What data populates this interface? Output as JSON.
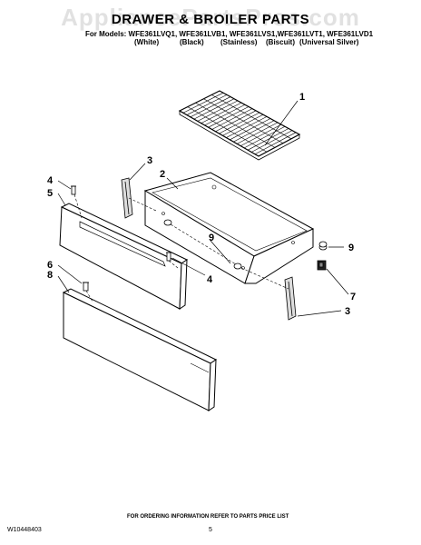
{
  "watermark": "AppliancePartsPros.com",
  "header": {
    "title": "DRAWER & BROILER PARTS",
    "models": "For Models: WFE361LVQ1, WFE361LVB1, WFE361LVS1,WFE361LVT1, WFE361LVD1",
    "colors": [
      "(White)",
      "(Black)",
      "(Stainless)",
      "(Biscuit)",
      "(Universal Silver)"
    ]
  },
  "callouts": {
    "c1": "1",
    "c2": "2",
    "c3a": "3",
    "c3b": "3",
    "c4a": "4",
    "c4b": "4",
    "c5": "5",
    "c6": "6",
    "c7": "7",
    "c8": "8",
    "c9a": "9",
    "c9b": "9"
  },
  "footer": {
    "ordering": "FOR ORDERING INFORMATION REFER TO PARTS PRICE LIST",
    "doc_number": "W10448403",
    "page": "5"
  }
}
